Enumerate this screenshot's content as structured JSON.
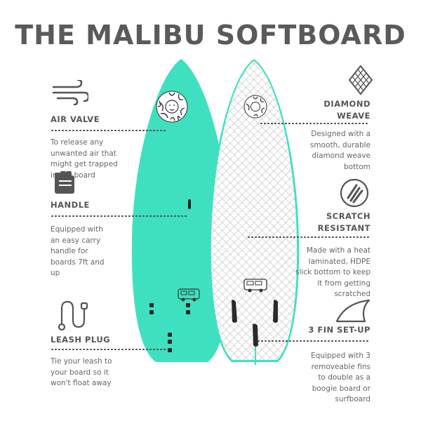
{
  "title": "THE MALIBU SOFTBOARD",
  "colors": {
    "board": "#3fe0c0",
    "text": "#555555",
    "deck_grid": "#d6d6d6"
  },
  "features": {
    "air_valve": {
      "label": "AIR VALVE",
      "desc": "To release any unwanted air that might get trapped in the board",
      "icon": "wind-icon"
    },
    "handle": {
      "label": "HANDLE",
      "desc": "Equipped with an easy carry handle for boards 7ft and up",
      "icon": "fist-icon"
    },
    "leash_plug": {
      "label": "LEASH PLUG",
      "desc": "Tie your leash to your board so it won't float away",
      "icon": "leash-icon"
    },
    "diamond_weave": {
      "label_1": "DIAMOND",
      "label_2": "WEAVE",
      "desc": "Designed with a smooth, durable diamond weave bottom",
      "icon": "diamond-weave-icon"
    },
    "scratch_resistant": {
      "label_1": "SCRATCH",
      "label_2": "RESISTANT",
      "desc": "Made with a heat laminated, HDPE slick bottom to keep it from getting scratched",
      "icon": "scratch-icon"
    },
    "fin_setup": {
      "label": "3 FIN SET-UP",
      "desc": "Equipped with 3 removeable fins to double as a boogie board or surfboard",
      "icon": "fin-icon"
    }
  }
}
